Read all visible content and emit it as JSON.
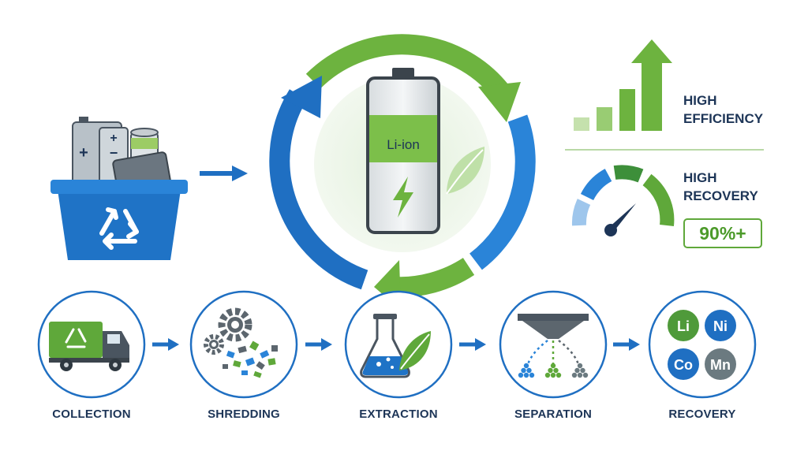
{
  "battery": {
    "label": "Li-ion"
  },
  "process_steps": [
    {
      "label": "COLLECTION"
    },
    {
      "label": "SHREDDING"
    },
    {
      "label": "EXTRACTION"
    },
    {
      "label": "SEPARATION"
    },
    {
      "label": "RECOVERY"
    }
  ],
  "elements": [
    {
      "symbol": "Li",
      "color": "#4f9a3a"
    },
    {
      "symbol": "Ni",
      "color": "#1f6fc2"
    },
    {
      "symbol": "Co",
      "color": "#1f6fc2"
    },
    {
      "symbol": "Mn",
      "color": "#6b7a80"
    }
  ],
  "efficiency": {
    "label_line1": "HIGH",
    "label_line2": "EFFICIENCY",
    "bar_levels": [
      0.25,
      0.45,
      0.8
    ]
  },
  "recovery": {
    "label_line1": "HIGH",
    "label_line2": "RECOVERY",
    "badge": "90%+"
  },
  "colors": {
    "blue": "#1f6fc2",
    "green": "#5fa83a",
    "navy": "#1d3557"
  }
}
